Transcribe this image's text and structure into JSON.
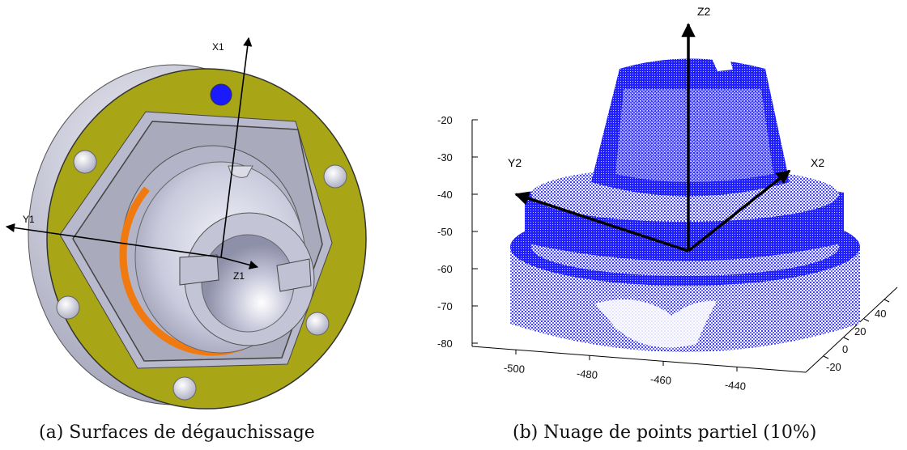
{
  "figure_a": {
    "caption": "(a) Surfaces de dégauchissage",
    "axes": {
      "x": "X1",
      "y": "Y1",
      "z": "Z1"
    }
  },
  "figure_b": {
    "caption": "(b) Nuage de points partiel (10%)",
    "axes": {
      "x": "X2",
      "y": "Y2",
      "z": "Z2"
    },
    "vertical_ticks": [
      "-20",
      "-30",
      "-40",
      "-50",
      "-60",
      "-70",
      "-80"
    ],
    "x_ticks": [
      "-500",
      "-480",
      "-460",
      "-440"
    ],
    "y_ticks": [
      "40",
      "20",
      "0",
      "-20"
    ],
    "point_color": "#0000ff"
  },
  "colors": {
    "olive_flange": "#a8a617",
    "orange_ring": "#f07a10",
    "blue_hole": "#1a1aff",
    "body_grey": "#c8c9dc"
  }
}
